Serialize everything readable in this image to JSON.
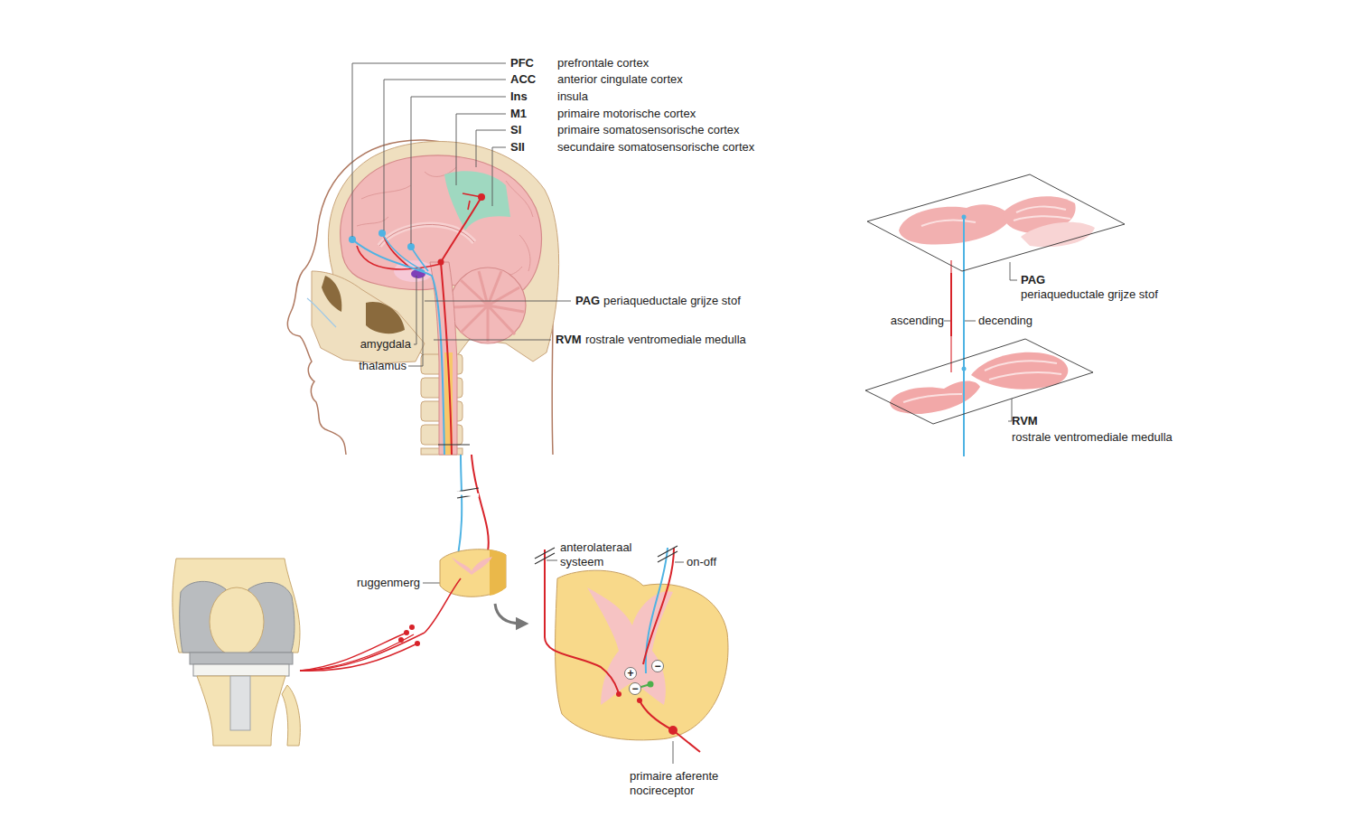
{
  "diagram": {
    "nodes": [
      {
        "text": [
          "PAG",
          "periaqueductale grijze stof"
        ]
      },
      {
        "text": [
          "RVM",
          "rostrale ventromediale medulla"
        ]
      }
    ],
    "edges": [
      {
        "from": 1,
        "to": 0,
        "arrow": "none",
        "label": "ascending"
      },
      {
        "from": 0,
        "to": 1,
        "arrow": "none",
        "label": "decending"
      }
    ],
    "labels": [
      "PFC",
      "prefrontale cortex",
      "ACC",
      "anterior cingulate cortex",
      "Ins",
      "insula",
      "M1",
      "primaire motorische cortex",
      "SI",
      "primaire somatosensorische cortex",
      "SII",
      "secundaire somatosensorische cortex",
      "PAG",
      "periaqueductale grijze stof",
      "amygdala",
      "RVM",
      "rostrale ventromediale medulla",
      "thalamus",
      "ruggenmerg",
      "anterolateraal systeem",
      "on-off",
      "+",
      "−",
      "−",
      "primaire aferente nocireceptor"
    ]
  }
}
